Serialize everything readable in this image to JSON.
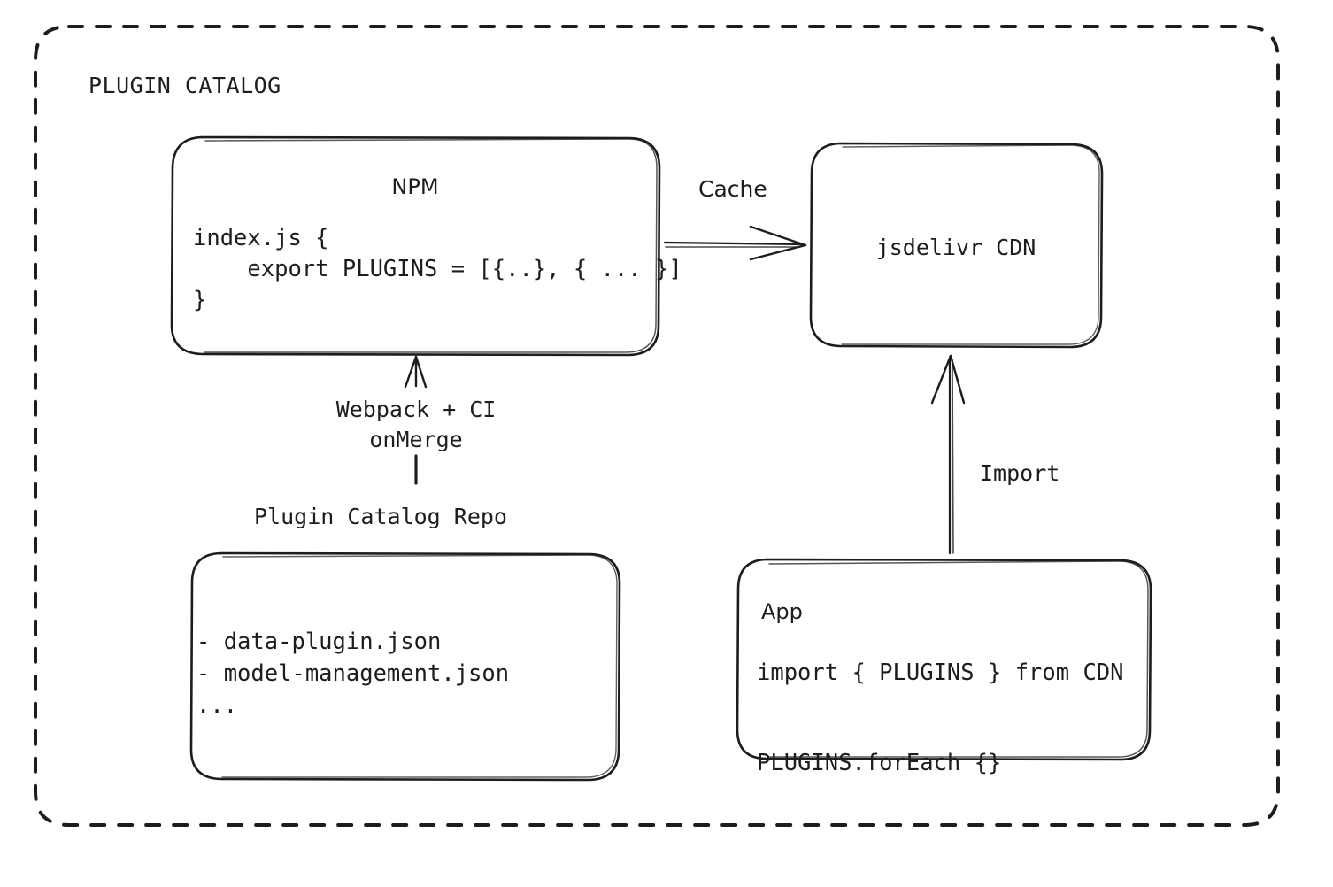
{
  "diagram": {
    "container": {
      "title": "PLUGIN CATALOG",
      "border_style": "dashed",
      "border_color": "#1d1d1f"
    },
    "stroke_color": "#1d1d1f",
    "background": "#ffffff",
    "nodes": {
      "npm": {
        "title": "NPM",
        "code": "index.js {\n    export PLUGINS = [{..}, { ... }]\n}"
      },
      "cdn": {
        "title": "jsdelivr CDN"
      },
      "repo": {
        "label": "Plugin Catalog Repo",
        "list": "- data-plugin.json\n- model-management.json\n..."
      },
      "app": {
        "title": "App",
        "code": "import { PLUGINS } from CDN\n\nPLUGINS.forEach {}"
      }
    },
    "edges": {
      "npm_to_cdn": {
        "label": "Cache",
        "direction": "right"
      },
      "repo_to_npm": {
        "label": "Webpack + CI\nonMerge",
        "direction": "up"
      },
      "app_to_cdn": {
        "label": "Import",
        "direction": "up"
      }
    }
  }
}
